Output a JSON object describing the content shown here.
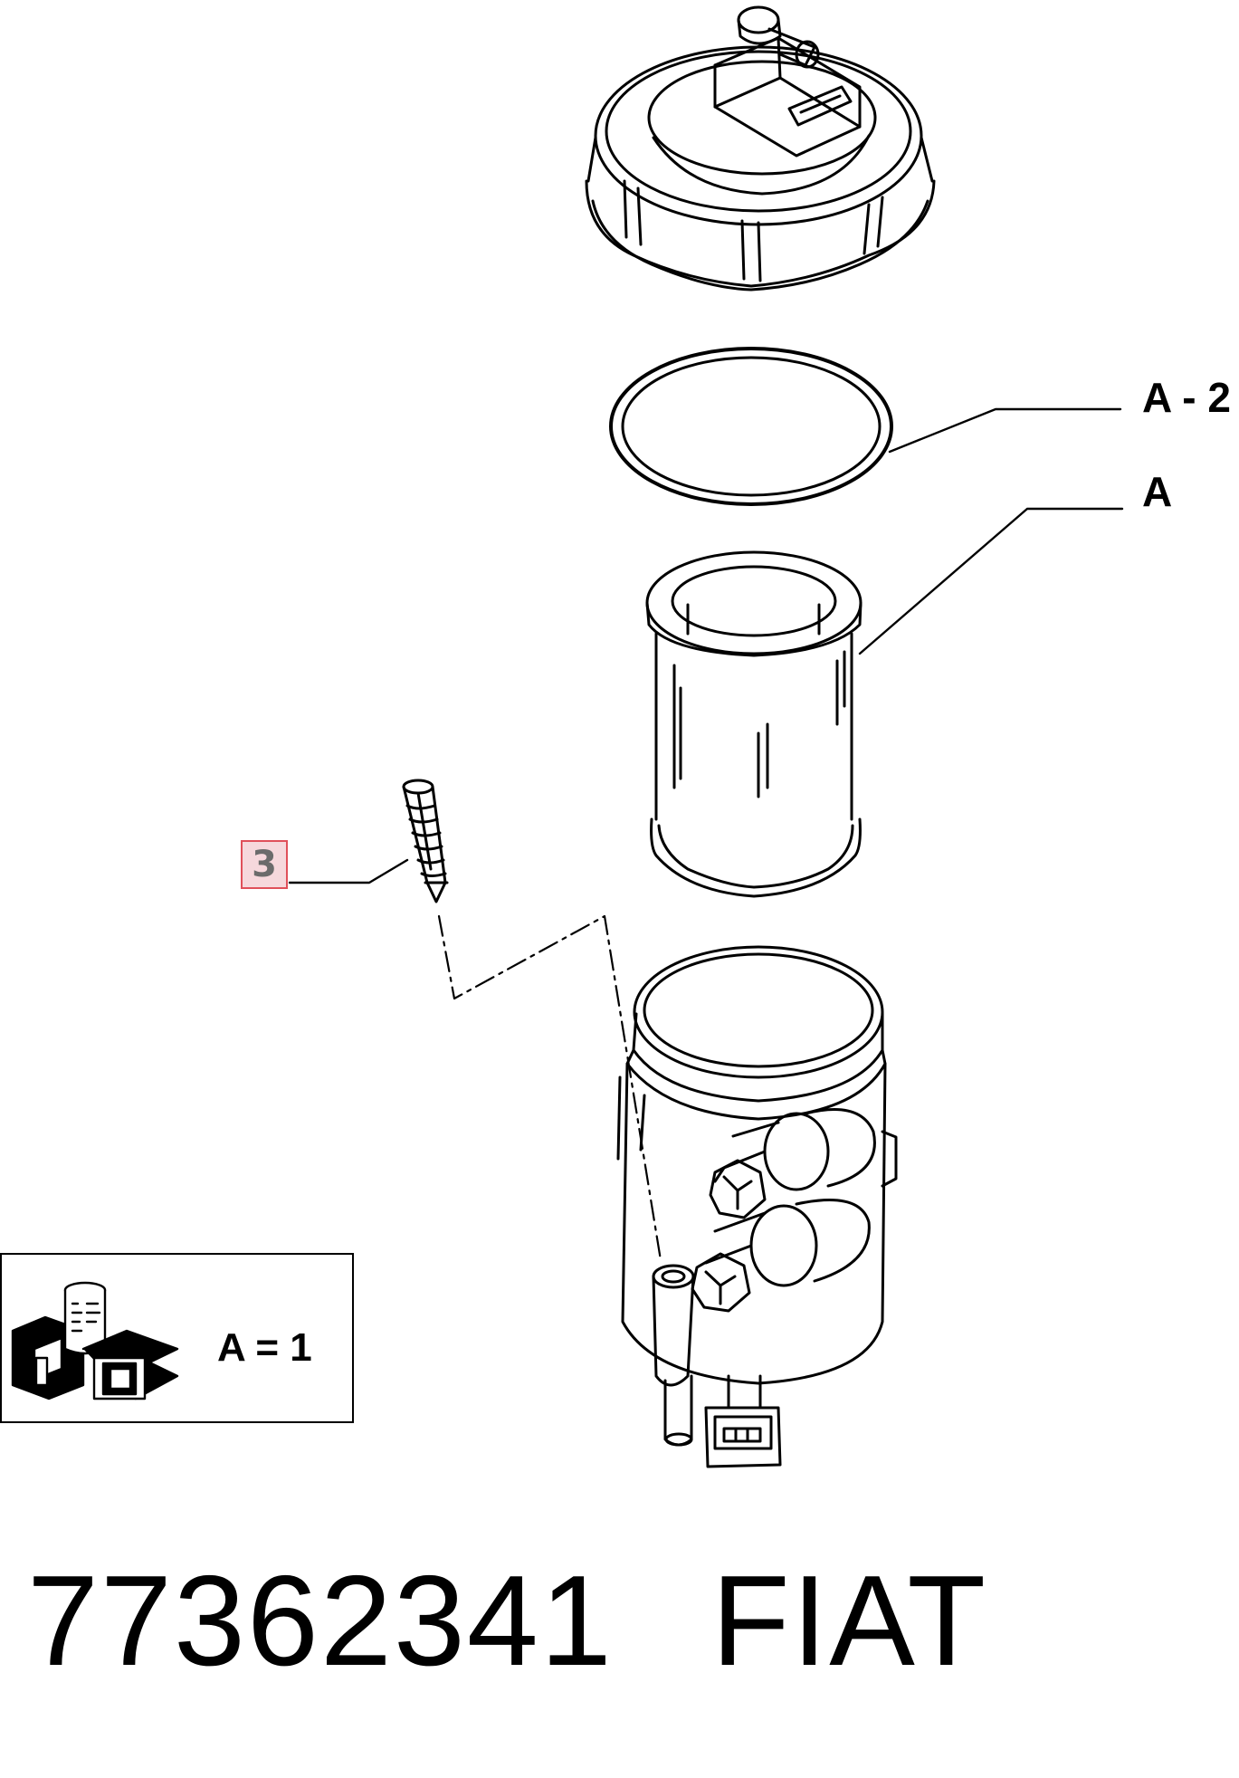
{
  "callouts": {
    "a_minus_2": "A - 2",
    "a": "A",
    "three": "3"
  },
  "legend": {
    "text": "A = 1",
    "icon": "fiat-parts-box-icon"
  },
  "footer": {
    "part_number": "77362341",
    "brand": "FIAT"
  }
}
